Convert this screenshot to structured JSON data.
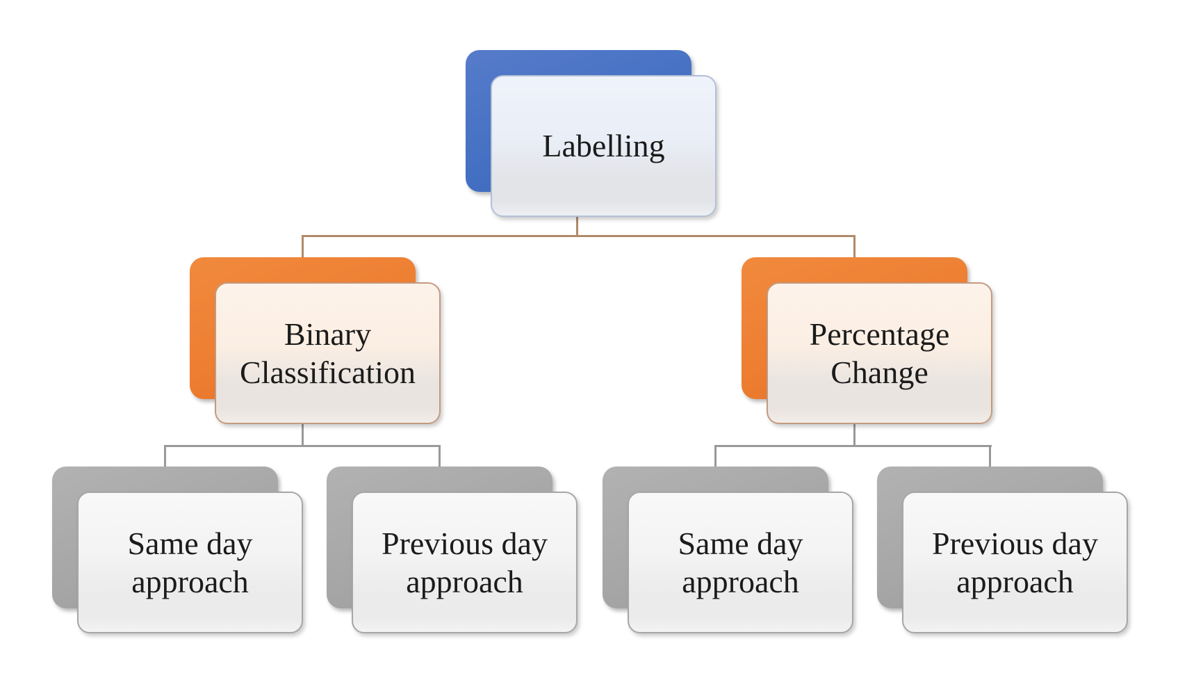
{
  "diagram": {
    "type": "hierarchy-tree",
    "root": {
      "label": "Labelling"
    },
    "branches": [
      {
        "label": "Binary Classification",
        "children": [
          {
            "label": "Same day approach"
          },
          {
            "label": "Previous day approach"
          }
        ]
      },
      {
        "label": "Percentage Change",
        "children": [
          {
            "label": "Same day approach"
          },
          {
            "label": "Previous day approach"
          }
        ]
      }
    ]
  },
  "colors": {
    "root_accent": "#4470c3",
    "branch_accent": "#ed7d31",
    "leaf_accent": "#a6a6a6",
    "root_face": "#edf1f9",
    "branch_face": "#fcf1e7",
    "leaf_face": "#f4f4f4",
    "connector_upper": "#b08a68",
    "connector_lower": "#999999",
    "text": "#1b1b1b",
    "background": "#ffffff"
  }
}
